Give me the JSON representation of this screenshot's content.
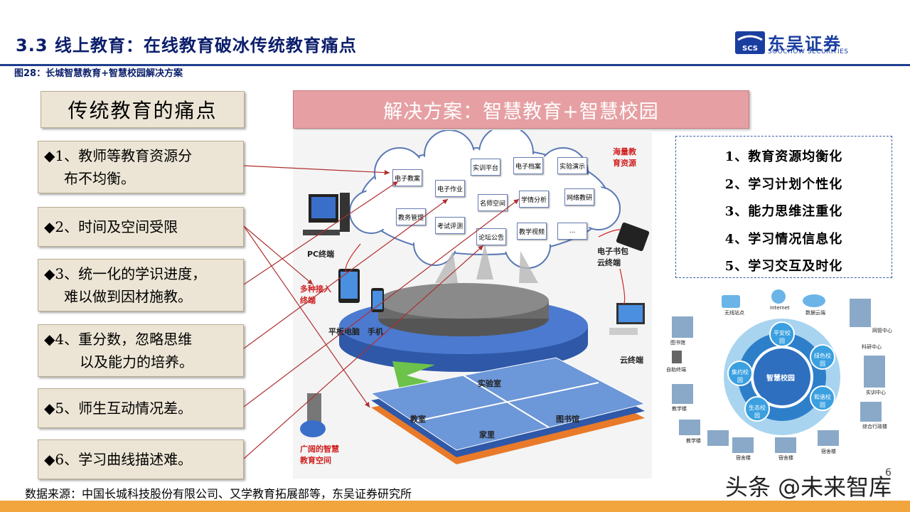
{
  "header": {
    "title": "3.3 线上教育：在线教育破冰传统教育痛点",
    "figure_caption": "图28：长城智慧教育+智慧校园解决方案",
    "logo_cn": "东吴证券",
    "logo_en": "SOOCHOW SECURITIES",
    "logo_mark": "SCS"
  },
  "pain_points": {
    "title": "传统教育的痛点",
    "items": [
      {
        "line1": "◆1、教师等教育资源分",
        "line2": "布不均衡。"
      },
      {
        "line1": "◆2、时间及空间受限",
        "line2": ""
      },
      {
        "line1": "◆3、统一化的学识进度，",
        "line2": "难以做到因材施教。"
      },
      {
        "line1": "◆4、重分数，忽略思维",
        "line2": "以及能力的培养。"
      },
      {
        "line1": "◆5、师生互动情况差。",
        "line2": ""
      },
      {
        "line1": "◆6、学习曲线描述难。",
        "line2": ""
      }
    ]
  },
  "solution": {
    "title": "解决方案：智慧教育+智慧校园",
    "cloud_label": "海量教育资源",
    "cloud_items": [
      "电子教案",
      "电子作业",
      "实训平台",
      "电子档案",
      "实验演示",
      "名师空间",
      "学情分析",
      "网络教研",
      "教务管理",
      "考试评测",
      "论坛公告",
      "教学视频",
      "..."
    ],
    "devices": {
      "pc": "PC终端",
      "multi": "多种接入终端",
      "tablet": "平板电脑",
      "phone": "手机",
      "ebook": "电子书包云终端",
      "cloud": "云终端"
    },
    "platform": [
      "教室",
      "实验室",
      "家里",
      "图书馆"
    ],
    "space_label": "广阔的智慧教育空间"
  },
  "goals": {
    "items": [
      "1、教育资源均衡化",
      "2、学习计划个性化",
      "3、能力思维注重化",
      "4、学习情况信息化",
      "5、学习交互及时化"
    ]
  },
  "campus": {
    "center": "智慧校园",
    "ring": [
      "平安校园",
      "绿色校园",
      "和谐校园",
      "生态校园",
      "集约校园"
    ],
    "outer": [
      "无线站点",
      "Internet",
      "数据云端",
      "网管中心",
      "科研中心",
      "实训中心",
      "综合行政楼",
      "宿舍楼",
      "宿舍楼",
      "宿舍楼",
      "教学楼",
      "教学楼",
      "自助终端",
      "图书馆"
    ]
  },
  "footer": {
    "source": "数据来源：中国长城科技股份有限公司、又学教育拓展部等，东吴证券研究所",
    "watermark": "头条 @未来智库",
    "page": "6"
  },
  "colors": {
    "title_blue": "#0b1e6b",
    "accent_pink": "#e6a0a3",
    "tan_box": "#ece5d5",
    "footer_orange": "#f2a53c"
  }
}
